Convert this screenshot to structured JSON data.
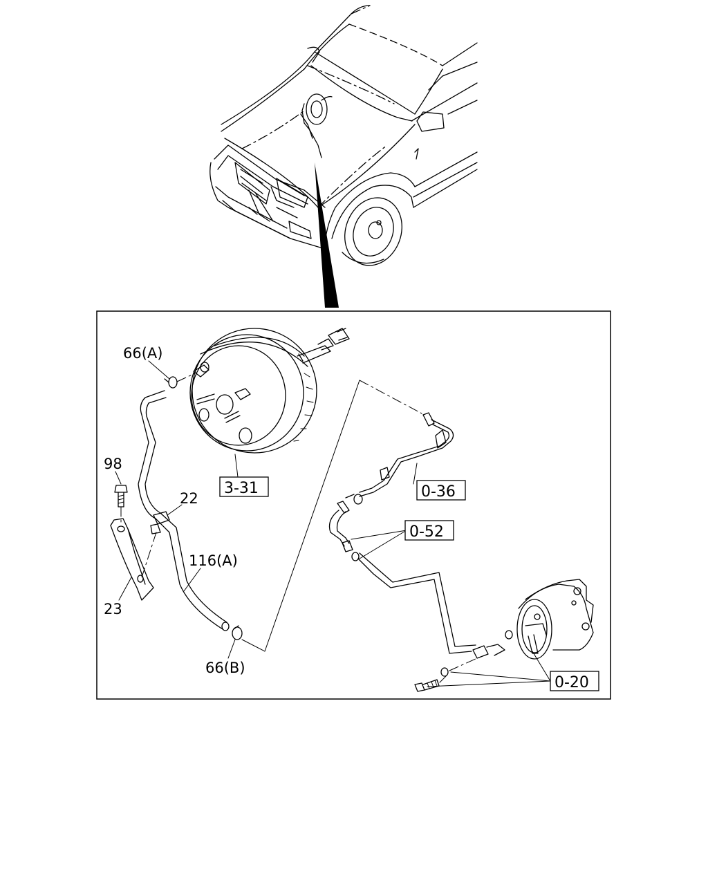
{
  "callouts": {
    "c66a": "66(A)",
    "c98": "98",
    "c22": "22",
    "c116a": "116(A)",
    "c23": "23",
    "c66b": "66(B)"
  },
  "references": {
    "r331": "3-31",
    "r036": "0-36",
    "r052": "0-52",
    "r020": "0-20"
  }
}
